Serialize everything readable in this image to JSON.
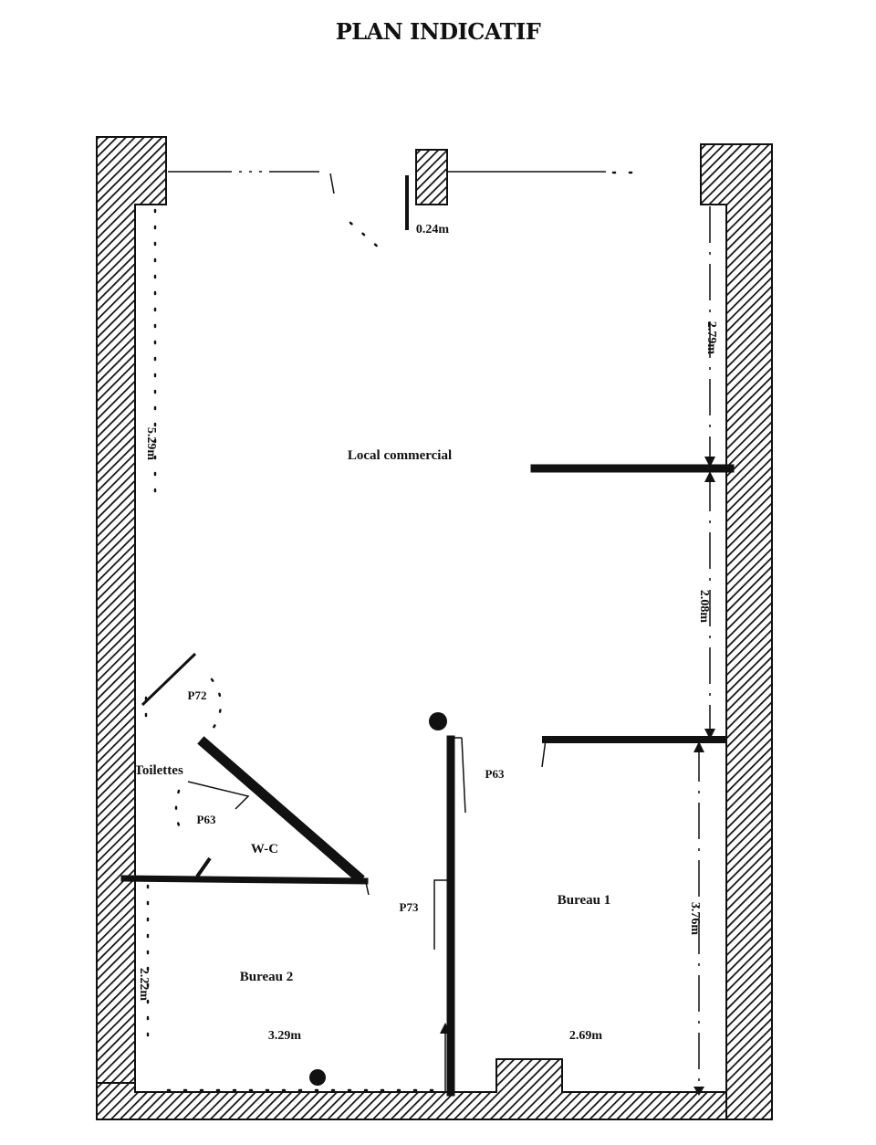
{
  "title": "PLAN INDICATIF",
  "rooms": {
    "main": "Local commercial",
    "toilet": "Toilettes",
    "wc": "W-C",
    "office1": "Bureau 1",
    "office2": "Bureau 2"
  },
  "doors": {
    "p72": "P72",
    "p63_wc": "P63",
    "p63_office": "P63",
    "p73": "P73"
  },
  "dimensions": {
    "entry_width": "0.24m",
    "right_upper": "2.79m",
    "left_main": "5.29m",
    "right_middle": "2.08m",
    "right_office1": "3.76m",
    "left_office2": "2.22m",
    "office2_width": "3.29m",
    "office1_width": "2.69m"
  }
}
